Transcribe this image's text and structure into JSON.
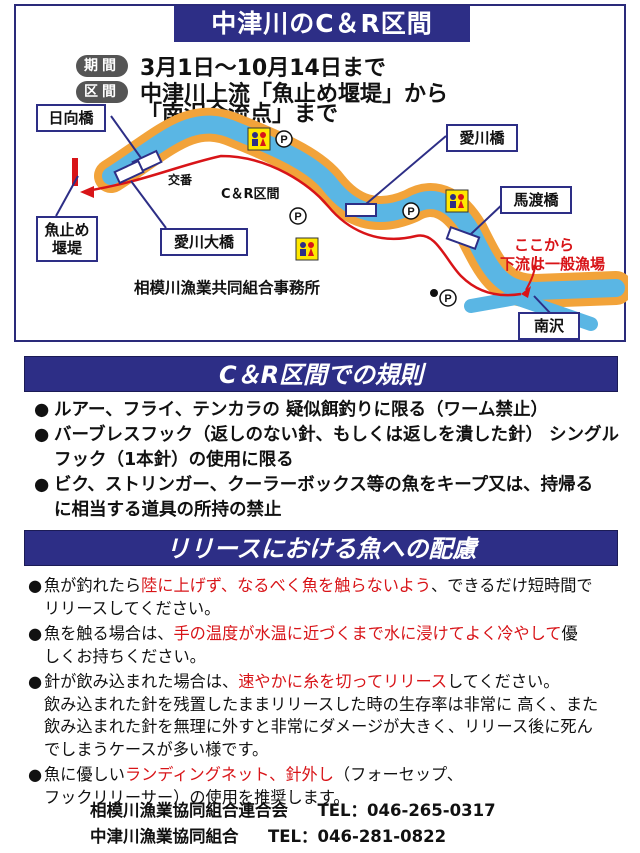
{
  "map": {
    "title": "中津川のC＆R区間",
    "period_badge": "期間",
    "period_text": "3月1日〜10月14日まで",
    "section_badge": "区間",
    "section_text_1": "中津川上流「魚止め堰堤」から",
    "section_text_2": "「南沢合流点」まで",
    "labels": {
      "hinata_bridge": "日向橋",
      "aikawa_bridge": "愛川橋",
      "maba_bridge": "馬渡橋",
      "uodome_dam_1": "魚止め",
      "uodome_dam_2": "堰堤",
      "aikawa_ohashi": "愛川大橋",
      "koban": "交番",
      "cr_section": "C＆R区間",
      "general_fishing_1": "ここから",
      "general_fishing_2": "下流は一般漁場",
      "office": "相模川漁業共同組合事務所",
      "minamisawa": "南沢",
      "parking_symbol": "P"
    },
    "colors": {
      "river_outer": "#f2a33a",
      "river_inner": "#5ab6e4",
      "cr_line": "#d81418",
      "navy": "#2d2e86"
    }
  },
  "rules": {
    "header": "C＆R区間での規則",
    "bullet": "●",
    "items": [
      {
        "lines": [
          "ルアー、フライ、テンカラの 疑似餌釣りに限る（ワーム禁止）"
        ]
      },
      {
        "lines": [
          "バーブレスフック（返しのない針、もしくは返しを潰した針） シングル",
          "フック（1本針）の使用に限る"
        ]
      },
      {
        "lines": [
          "ビク、ストリンガー、クーラーボックス等の魚をキープ又は、持帰る",
          "に相当する道具の所持の禁止"
        ]
      }
    ]
  },
  "care": {
    "header": "リリースにおける魚への配慮",
    "bullet": "●",
    "item1": {
      "a": "魚が釣れたら",
      "red": "陸に上げず、なるべく魚を触らないよう",
      "b": "、できるだけ短時間で",
      "line2": "リリースしてください。"
    },
    "item2": {
      "a": "魚を触る場合は、",
      "red": "手の温度が水温に近づくまで水に浸けてよく冷やして",
      "b": "優",
      "line2": "しくお持ちください。"
    },
    "item3": {
      "a": "針が飲み込まれた場合は、",
      "red": "速やかに糸を切ってリリース",
      "b": "してください。",
      "line2": "飲み込まれた針を残置したままリリースした時の生存率は非常に 高く、また",
      "line3": "飲み込まれた針を無理に外すと非常にダメージが大きく、リリース後に死ん",
      "line4": "でしまうケースが多い様です。"
    },
    "item4": {
      "a": "魚に優しい",
      "red": "ランディングネット、針外し",
      "b": "（フォーセップ、",
      "line2": "フックリリーサー）の使用を推奨します。"
    }
  },
  "contacts": [
    {
      "name": "相模川漁業協同組合連合会",
      "tel": "TEL：046-265-0317"
    },
    {
      "name": "中津川漁業協同組合",
      "tel": "TEL：046-281-0822"
    }
  ]
}
